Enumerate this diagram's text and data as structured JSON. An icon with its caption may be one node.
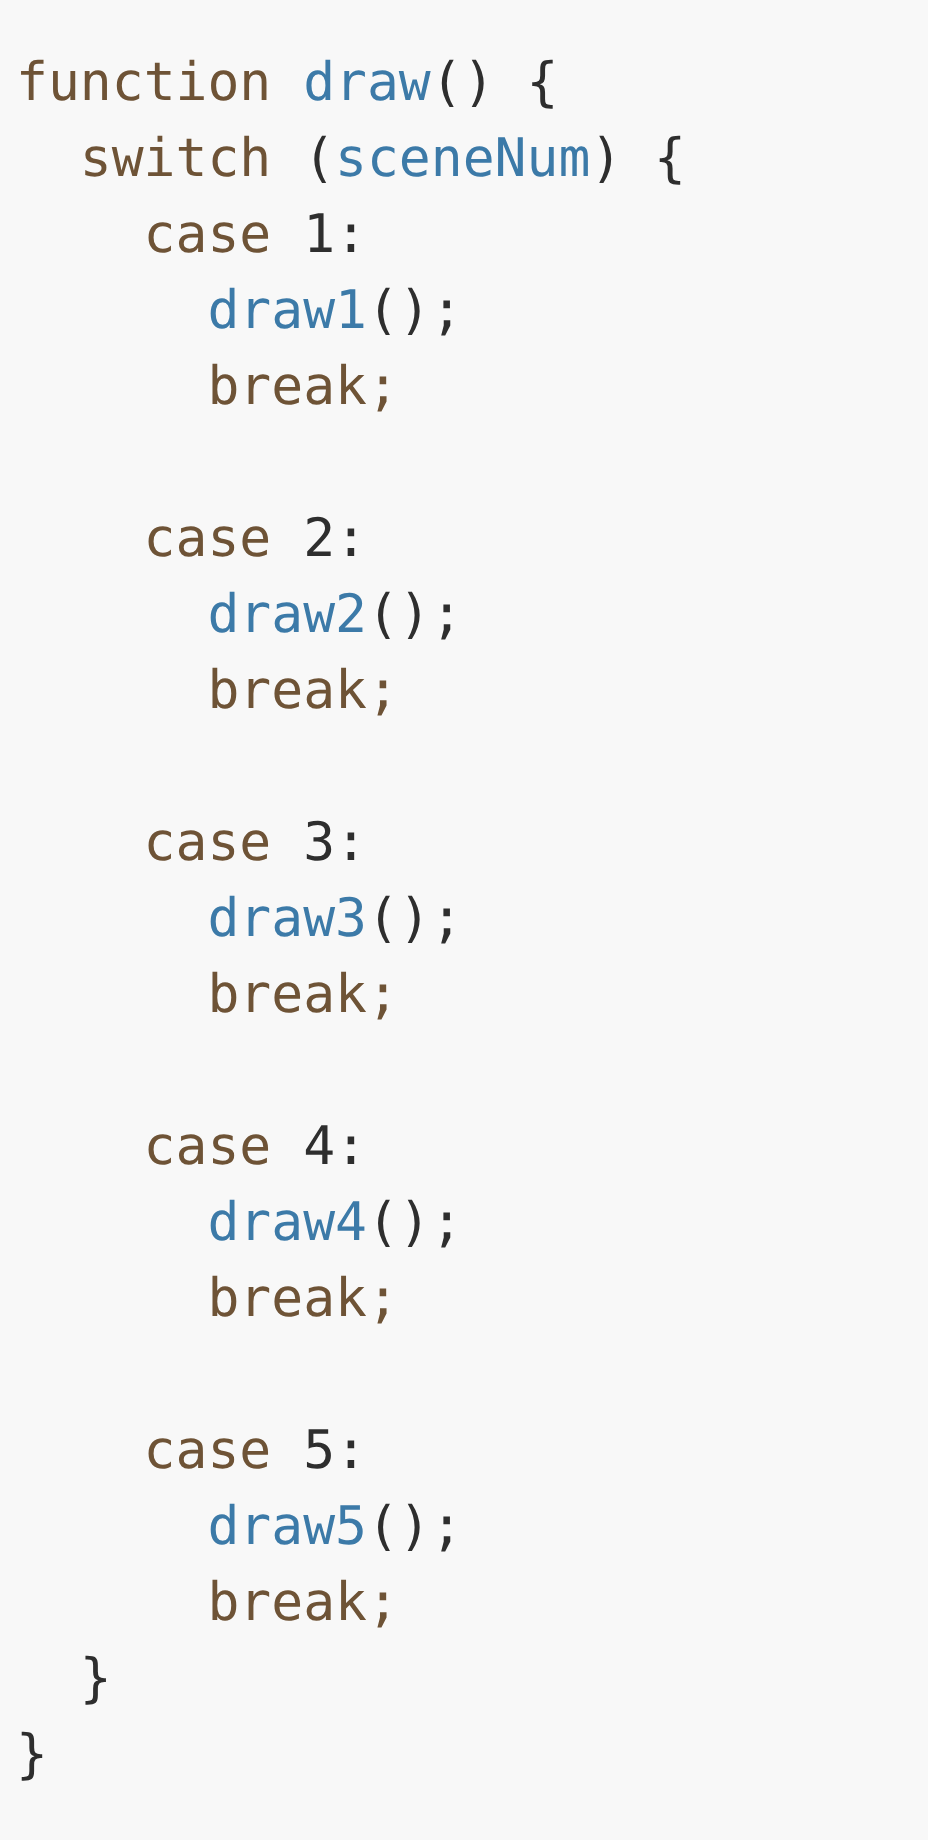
{
  "diagram": {
    "labels": [
      "function",
      "draw",
      "() {",
      "switch",
      "(",
      "sceneNum",
      ") {",
      "case",
      "1:",
      "draw1",
      "();",
      "break;",
      "case",
      "2:",
      "draw2",
      "();",
      "break;",
      "case",
      "3:",
      "draw3",
      "();",
      "break;",
      "case",
      "4:",
      "draw4",
      "();",
      "break;",
      "case",
      "5:",
      "draw5",
      "();",
      "break;",
      "}",
      "}"
    ]
  }
}
